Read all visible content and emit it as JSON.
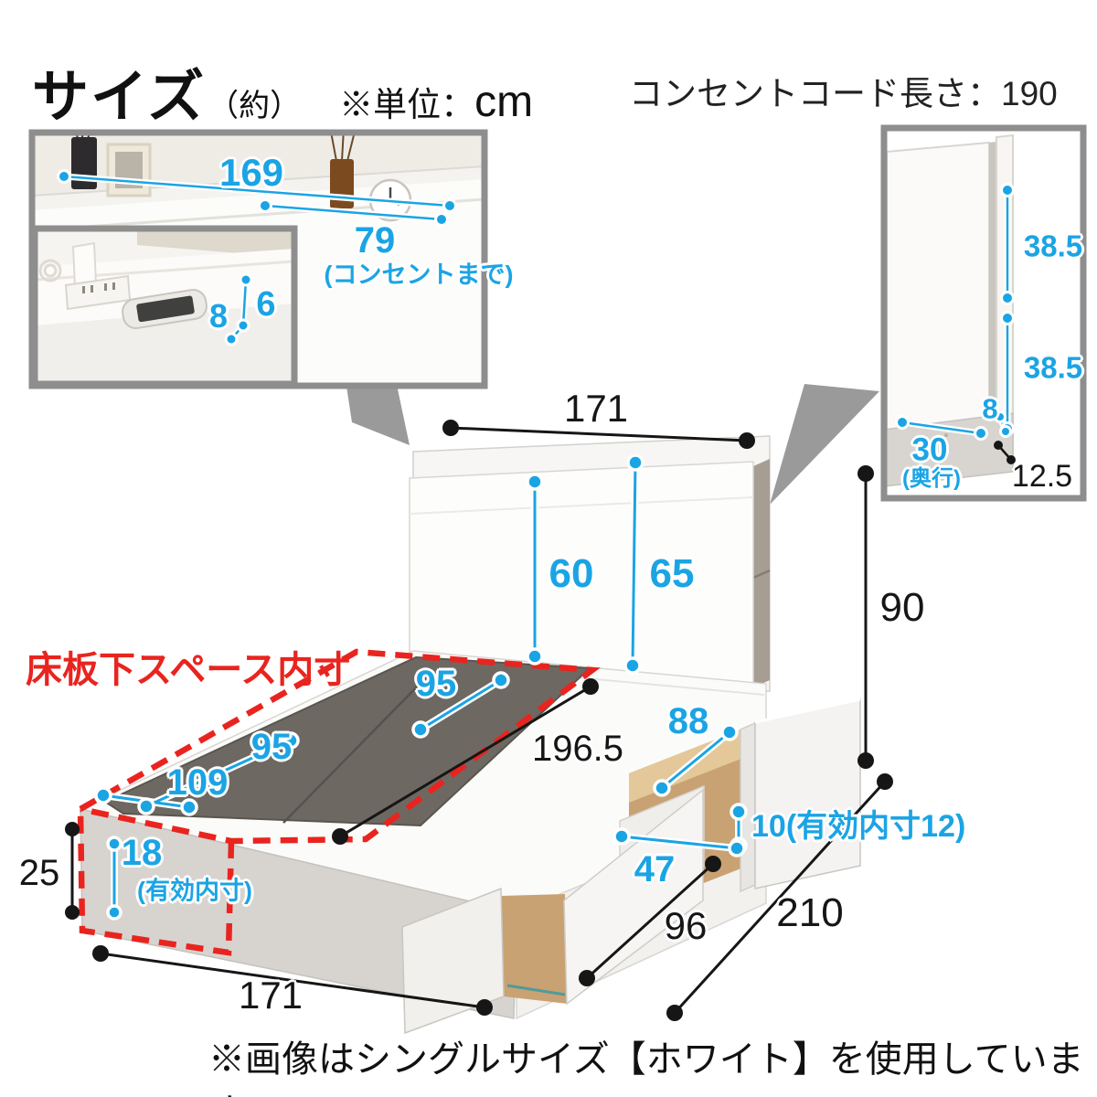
{
  "title": {
    "main": "サイズ",
    "approx": "（約）",
    "unit_prefix": "※単位：",
    "unit_value": "cm"
  },
  "cord_note": "コンセントコード長さ：190",
  "storage_inner_label": "床板下スペース内寸",
  "footnote": "※画像はシングルサイズ【ホワイト】を使用しています。",
  "colors": {
    "accent_blue": "#1ba4e4",
    "accent_red": "#e9241f",
    "dim_black": "#161616",
    "inset_border": "#8e8e8e"
  },
  "headboard_inset": {
    "shelf_width": "169",
    "to_outlet": "79",
    "to_outlet_note": "(コンセントまで)",
    "ledge_depth": "8",
    "ledge_drop": "6"
  },
  "side_inset": {
    "upper_height": "38.5",
    "lower_height": "38.5",
    "shelf_gap": "8",
    "depth": "30",
    "depth_note": "(奥行)",
    "base_height": "12.5"
  },
  "bed": {
    "width_top": "171",
    "headboard_front_height": "60",
    "headboard_back_height": "65",
    "overall_height": "90",
    "platform_length": "196.5",
    "board_length_a": "95",
    "board_length_b": "95",
    "storage_width": "109",
    "storage_depth": "18",
    "storage_depth_note": "(有効内寸)",
    "frame_height": "25",
    "width_bottom": "171",
    "drawer_width": "88",
    "drawer_gap": "10(有効内寸12)",
    "drawer_depth": "47",
    "drawer_section_length": "96",
    "total_length": "210"
  }
}
